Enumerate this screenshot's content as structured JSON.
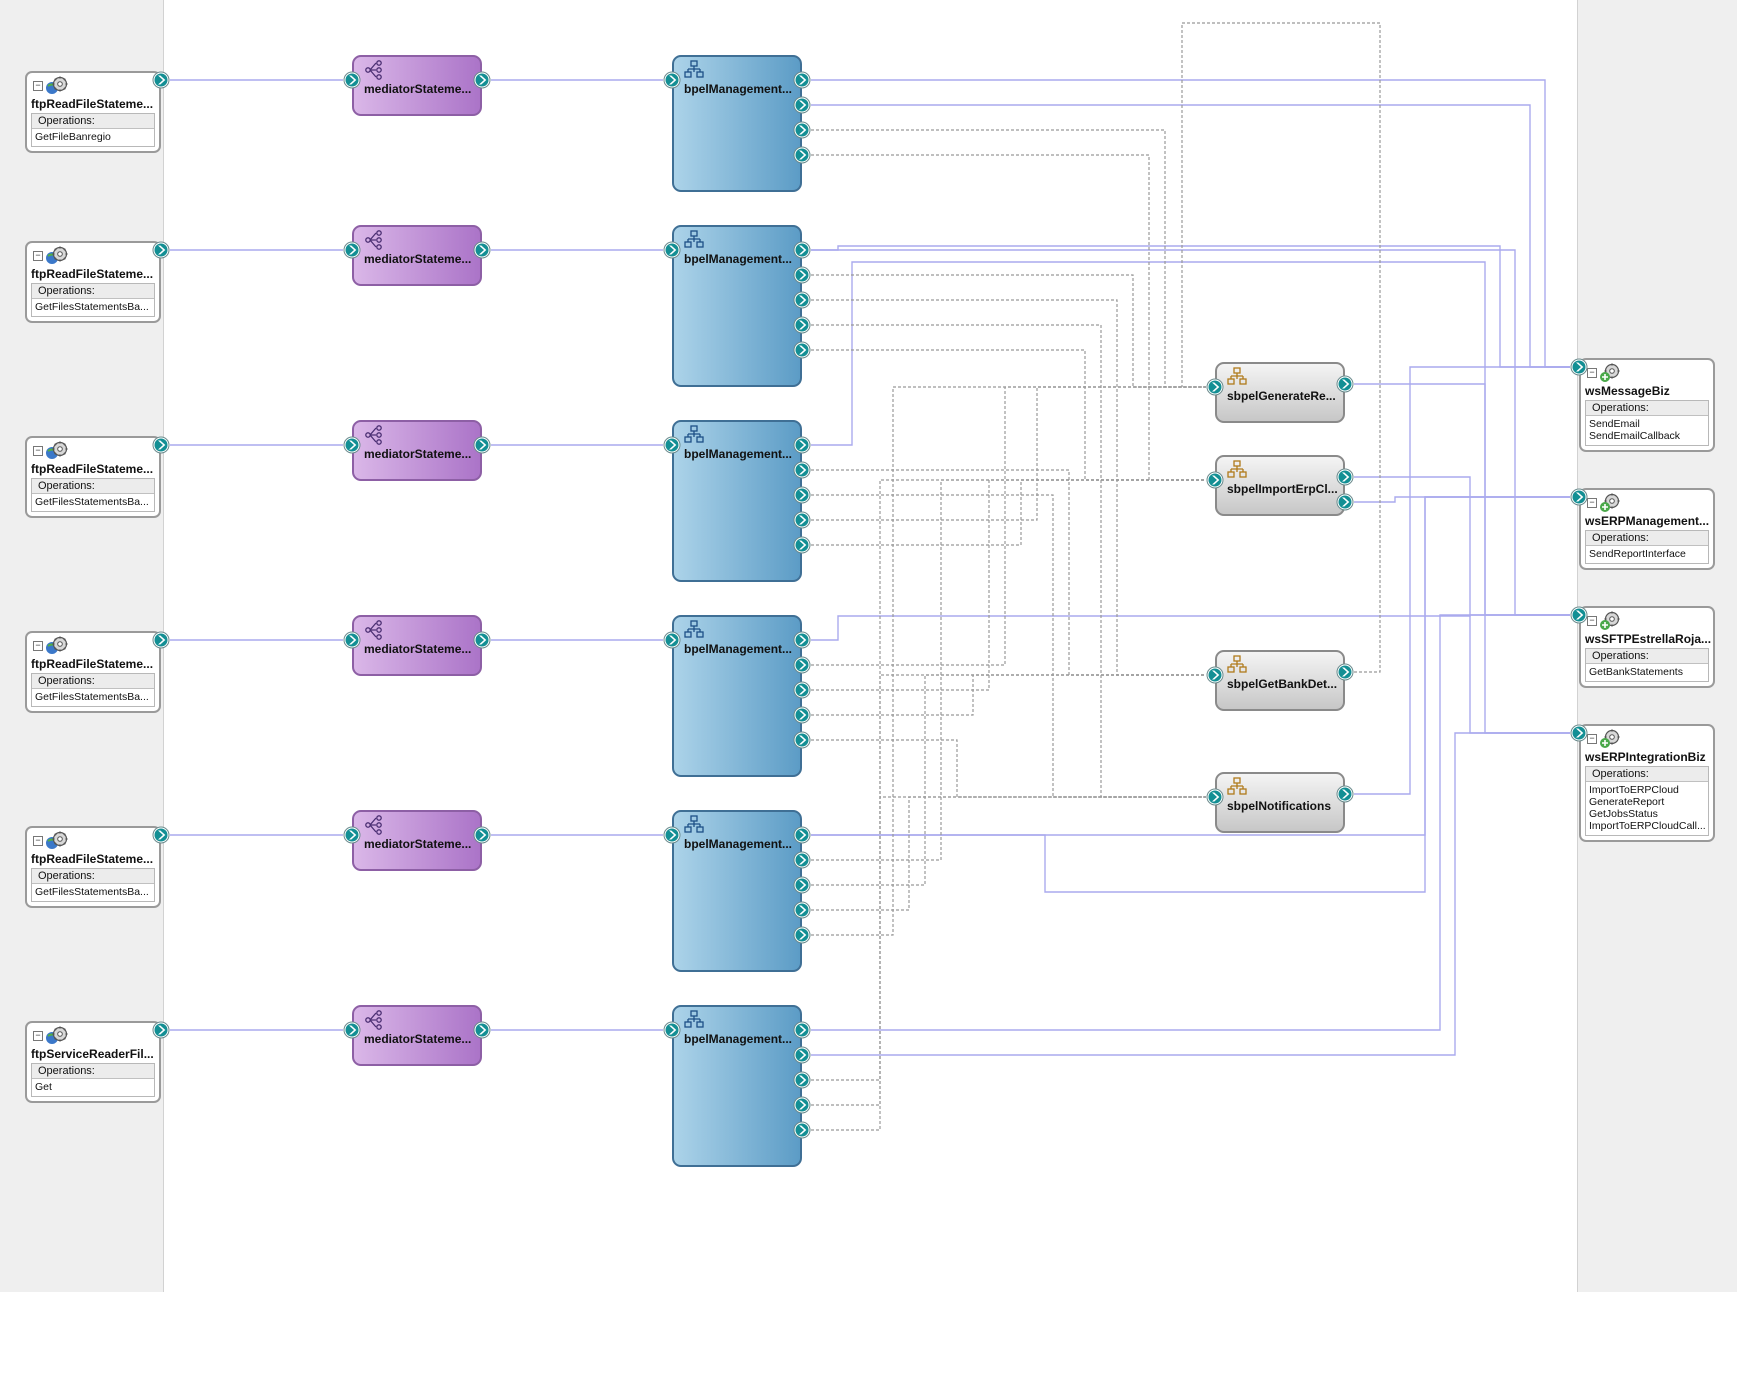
{
  "canvas": {
    "background": "#ffffff",
    "lane_color": "#efefef"
  },
  "colors": {
    "wire_solid": "#aaaaee",
    "wire_dashed": "#999999",
    "port_teal": "#138f94"
  },
  "exposed_services": [
    {
      "name": "ftpReadFileStateme...",
      "ops_label": "Operations:",
      "operations": [
        "GetFileBanregio"
      ]
    },
    {
      "name": "ftpReadFileStateme...",
      "ops_label": "Operations:",
      "operations": [
        "GetFilesStatementsBa..."
      ]
    },
    {
      "name": "ftpReadFileStateme...",
      "ops_label": "Operations:",
      "operations": [
        "GetFilesStatementsBa..."
      ]
    },
    {
      "name": "ftpReadFileStateme...",
      "ops_label": "Operations:",
      "operations": [
        "GetFilesStatementsBa..."
      ]
    },
    {
      "name": "ftpReadFileStateme...",
      "ops_label": "Operations:",
      "operations": [
        "GetFilesStatementsBa..."
      ]
    },
    {
      "name": "ftpServiceReaderFil...",
      "ops_label": "Operations:",
      "operations": [
        "Get"
      ]
    }
  ],
  "mediators": [
    {
      "name": "mediatorStateme...",
      "icon": "mediator-icon"
    },
    {
      "name": "mediatorStateme...",
      "icon": "mediator-icon"
    },
    {
      "name": "mediatorStateme...",
      "icon": "mediator-icon"
    },
    {
      "name": "mediatorStateme...",
      "icon": "mediator-icon"
    },
    {
      "name": "mediatorStateme...",
      "icon": "mediator-icon"
    },
    {
      "name": "mediatorStateme...",
      "icon": "mediator-icon"
    }
  ],
  "bpel_processes": [
    {
      "name": "bpelManagement...",
      "icon": "bpel-icon",
      "reference_count": 4
    },
    {
      "name": "bpelManagement...",
      "icon": "bpel-icon",
      "reference_count": 5
    },
    {
      "name": "bpelManagement...",
      "icon": "bpel-icon",
      "reference_count": 5
    },
    {
      "name": "bpelManagement...",
      "icon": "bpel-icon",
      "reference_count": 5
    },
    {
      "name": "bpelManagement...",
      "icon": "bpel-icon",
      "reference_count": 5
    },
    {
      "name": "bpelManagement...",
      "icon": "bpel-icon",
      "reference_count": 5
    }
  ],
  "sub_processes": [
    {
      "name": "sbpelGenerateRe...",
      "icon": "subprocess-icon",
      "reference_count": 1
    },
    {
      "name": "sbpelImportErpCl...",
      "icon": "subprocess-icon",
      "reference_count": 2
    },
    {
      "name": "sbpelGetBankDet...",
      "icon": "subprocess-icon",
      "reference_count": 1
    },
    {
      "name": "sbpelNotifications",
      "icon": "subprocess-icon",
      "reference_count": 1
    }
  ],
  "external_references": [
    {
      "name": "wsMessageBiz",
      "ops_label": "Operations:",
      "operations": [
        "SendEmail",
        "SendEmailCallback"
      ]
    },
    {
      "name": "wsERPManagement...",
      "ops_label": "Operations:",
      "operations": [
        "SendReportInterface"
      ]
    },
    {
      "name": "wsSFTPEstrellaRoja...",
      "ops_label": "Operations:",
      "operations": [
        "GetBankStatements"
      ]
    },
    {
      "name": "wsERPIntegrationBiz",
      "ops_label": "Operations:",
      "operations": [
        "ImportToERPCloud",
        "GenerateReport",
        "GetJobsStatus",
        "ImportToERPCloudCall..."
      ]
    }
  ]
}
